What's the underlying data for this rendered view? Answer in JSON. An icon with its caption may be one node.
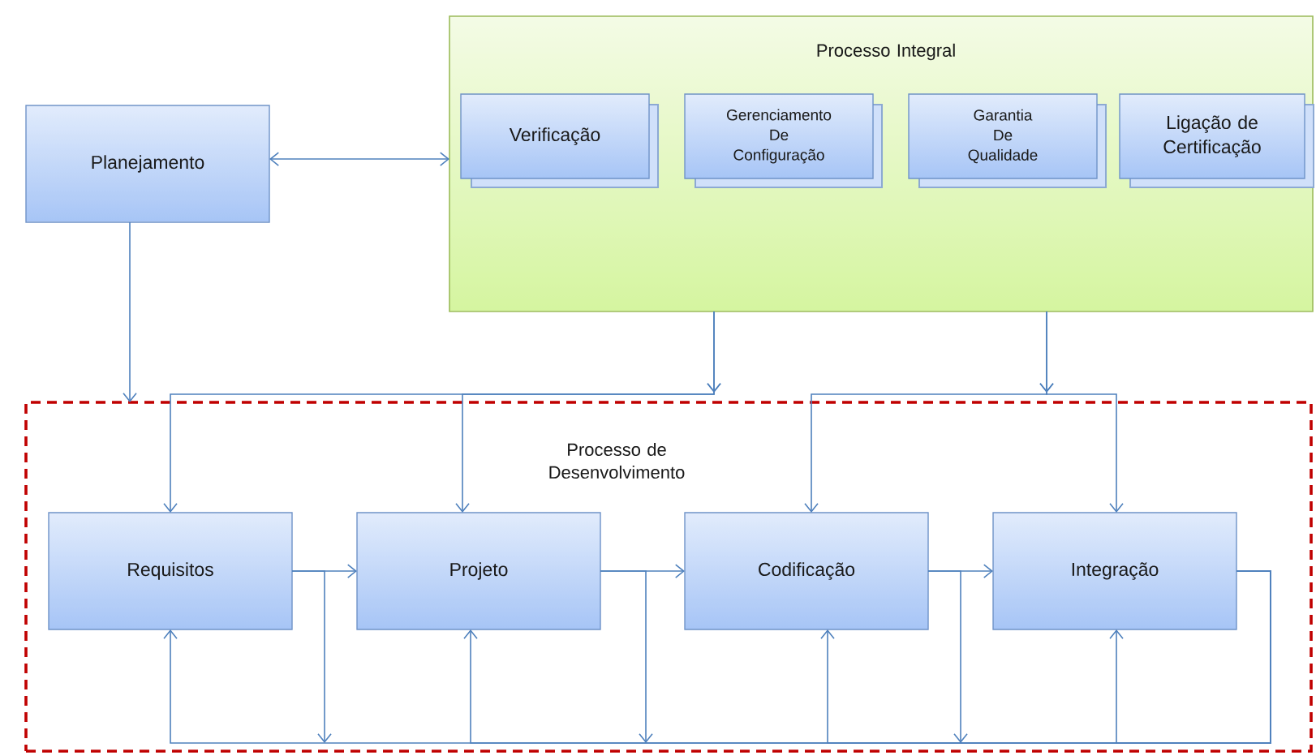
{
  "diagram": {
    "nodes": [
      {
        "text": [
          "Planejamento"
        ]
      },
      {
        "text": [
          "Processo Integral"
        ]
      },
      {
        "text": [
          "Verificação"
        ],
        "in": 1
      },
      {
        "text": [
          "Gerenciamento De Configuração"
        ],
        "in": 1
      },
      {
        "text": [
          "Garantia De Qualidade"
        ],
        "in": 1
      },
      {
        "text": [
          "Ligação de Certificação"
        ],
        "in": 1
      },
      {
        "text": [
          "Processo de Desenvolvimento"
        ]
      },
      {
        "text": [
          "Requisitos"
        ],
        "in": 6
      },
      {
        "text": [
          "Projeto"
        ],
        "in": 6
      },
      {
        "text": [
          "Codificação"
        ],
        "in": 6
      },
      {
        "text": [
          "Integração"
        ],
        "in": 6
      }
    ],
    "edges": [
      {
        "from": 0,
        "to": 1,
        "arrow": "both"
      },
      {
        "from": 0,
        "to": 6,
        "arrow": "to"
      },
      {
        "from": 1,
        "to": 7,
        "arrow": "to"
      },
      {
        "from": 1,
        "to": 8,
        "arrow": "to"
      },
      {
        "from": 1,
        "to": 9,
        "arrow": "to"
      },
      {
        "from": 1,
        "to": 10,
        "arrow": "to"
      },
      {
        "from": 7,
        "to": 8,
        "arrow": "to"
      },
      {
        "from": 8,
        "to": 9,
        "arrow": "to"
      },
      {
        "from": 9,
        "to": 10,
        "arrow": "to"
      },
      {
        "from": 7,
        "to": null,
        "arrow": "to"
      },
      {
        "from": 8,
        "to": null,
        "arrow": "to"
      },
      {
        "from": 9,
        "to": null,
        "arrow": "to"
      },
      {
        "from": 10,
        "to": 7,
        "arrow": "to"
      },
      {
        "from": 10,
        "to": 8,
        "arrow": "to"
      },
      {
        "from": 10,
        "to": 9,
        "arrow": "to"
      },
      {
        "from": 10,
        "to": 10,
        "arrow": "to"
      }
    ]
  }
}
